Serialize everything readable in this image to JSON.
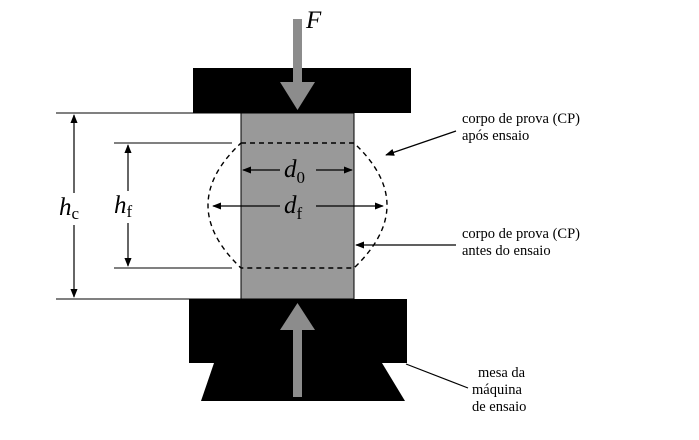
{
  "force": {
    "symbol": "F"
  },
  "dimensions": {
    "h_c": {
      "symbol": "h",
      "subscript": "c"
    },
    "h_f": {
      "symbol": "h",
      "subscript": "f"
    },
    "d_0": {
      "symbol": "d",
      "subscript": "0"
    },
    "d_f": {
      "symbol": "d",
      "subscript": "f"
    }
  },
  "labels": {
    "specimen_after": [
      "corpo de prova (CP)",
      "após ensaio"
    ],
    "specimen_before": [
      "corpo de prova (CP)",
      "antes do ensaio"
    ],
    "machine_table": [
      "mesa da",
      "máquina",
      "de ensaio"
    ]
  },
  "colors": {
    "plates": "#000000",
    "specimen": "#999999",
    "arrows": "#8c8c8c"
  }
}
